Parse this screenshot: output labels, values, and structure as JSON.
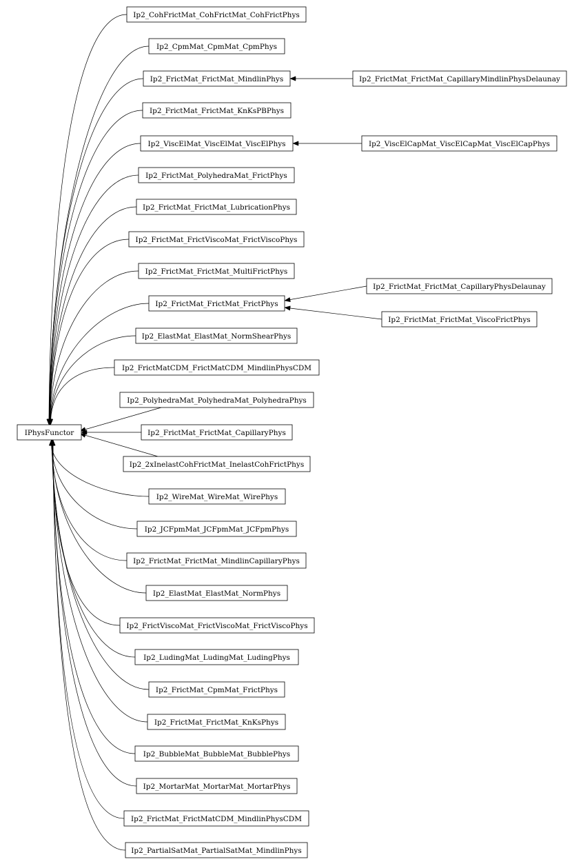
{
  "diagram": {
    "root": {
      "id": "root",
      "label": "IPhysFunctor"
    },
    "children": [
      {
        "id": "c1",
        "label": "Ip2_CohFrictMat_CohFrictMat_CohFrictPhys"
      },
      {
        "id": "c2",
        "label": "Ip2_CpmMat_CpmMat_CpmPhys"
      },
      {
        "id": "c3",
        "label": "Ip2_FrictMat_FrictMat_MindlinPhys"
      },
      {
        "id": "c4",
        "label": "Ip2_FrictMat_FrictMat_KnKsPBPhys"
      },
      {
        "id": "c5",
        "label": "Ip2_ViscElMat_ViscElMat_ViscElPhys"
      },
      {
        "id": "c6",
        "label": "Ip2_FrictMat_PolyhedraMat_FrictPhys"
      },
      {
        "id": "c7",
        "label": "Ip2_FrictMat_FrictMat_LubricationPhys"
      },
      {
        "id": "c8",
        "label": "Ip2_FrictMat_FrictViscoMat_FrictViscoPhys"
      },
      {
        "id": "c9",
        "label": "Ip2_FrictMat_FrictMat_MultiFrictPhys"
      },
      {
        "id": "c10",
        "label": "Ip2_FrictMat_FrictMat_FrictPhys"
      },
      {
        "id": "c11",
        "label": "Ip2_ElastMat_ElastMat_NormShearPhys"
      },
      {
        "id": "c12",
        "label": "Ip2_FrictMatCDM_FrictMatCDM_MindlinPhysCDM"
      },
      {
        "id": "c13",
        "label": "Ip2_PolyhedraMat_PolyhedraMat_PolyhedraPhys"
      },
      {
        "id": "c14",
        "label": "Ip2_FrictMat_FrictMat_CapillaryPhys"
      },
      {
        "id": "c15",
        "label": "Ip2_2xInelastCohFrictMat_InelastCohFrictPhys"
      },
      {
        "id": "c16",
        "label": "Ip2_WireMat_WireMat_WirePhys"
      },
      {
        "id": "c17",
        "label": "Ip2_JCFpmMat_JCFpmMat_JCFpmPhys"
      },
      {
        "id": "c18",
        "label": "Ip2_FrictMat_FrictMat_MindlinCapillaryPhys"
      },
      {
        "id": "c19",
        "label": "Ip2_ElastMat_ElastMat_NormPhys"
      },
      {
        "id": "c20",
        "label": "Ip2_FrictViscoMat_FrictViscoMat_FrictViscoPhys"
      },
      {
        "id": "c21",
        "label": "Ip2_LudingMat_LudingMat_LudingPhys"
      },
      {
        "id": "c22",
        "label": "Ip2_FrictMat_CpmMat_FrictPhys"
      },
      {
        "id": "c23",
        "label": "Ip2_FrictMat_FrictMat_KnKsPhys"
      },
      {
        "id": "c24",
        "label": "Ip2_BubbleMat_BubbleMat_BubblePhys"
      },
      {
        "id": "c25",
        "label": "Ip2_MortarMat_MortarMat_MortarPhys"
      },
      {
        "id": "c26",
        "label": "Ip2_FrictMat_FrictMatCDM_MindlinPhysCDM"
      },
      {
        "id": "c27",
        "label": "Ip2_PartialSatMat_PartialSatMat_MindlinPhys"
      }
    ],
    "grandchildren": [
      {
        "id": "g1",
        "parent": "c3",
        "label": "Ip2_FrictMat_FrictMat_CapillaryMindlinPhysDelaunay"
      },
      {
        "id": "g2",
        "parent": "c5",
        "label": "Ip2_ViscElCapMat_ViscElCapMat_ViscElCapPhys"
      },
      {
        "id": "g3",
        "parent": "c10",
        "label": "Ip2_FrictMat_FrictMat_CapillaryPhysDelaunay"
      },
      {
        "id": "g4",
        "parent": "c10",
        "label": "Ip2_FrictMat_FrictMat_ViscoFrictPhys"
      }
    ]
  }
}
